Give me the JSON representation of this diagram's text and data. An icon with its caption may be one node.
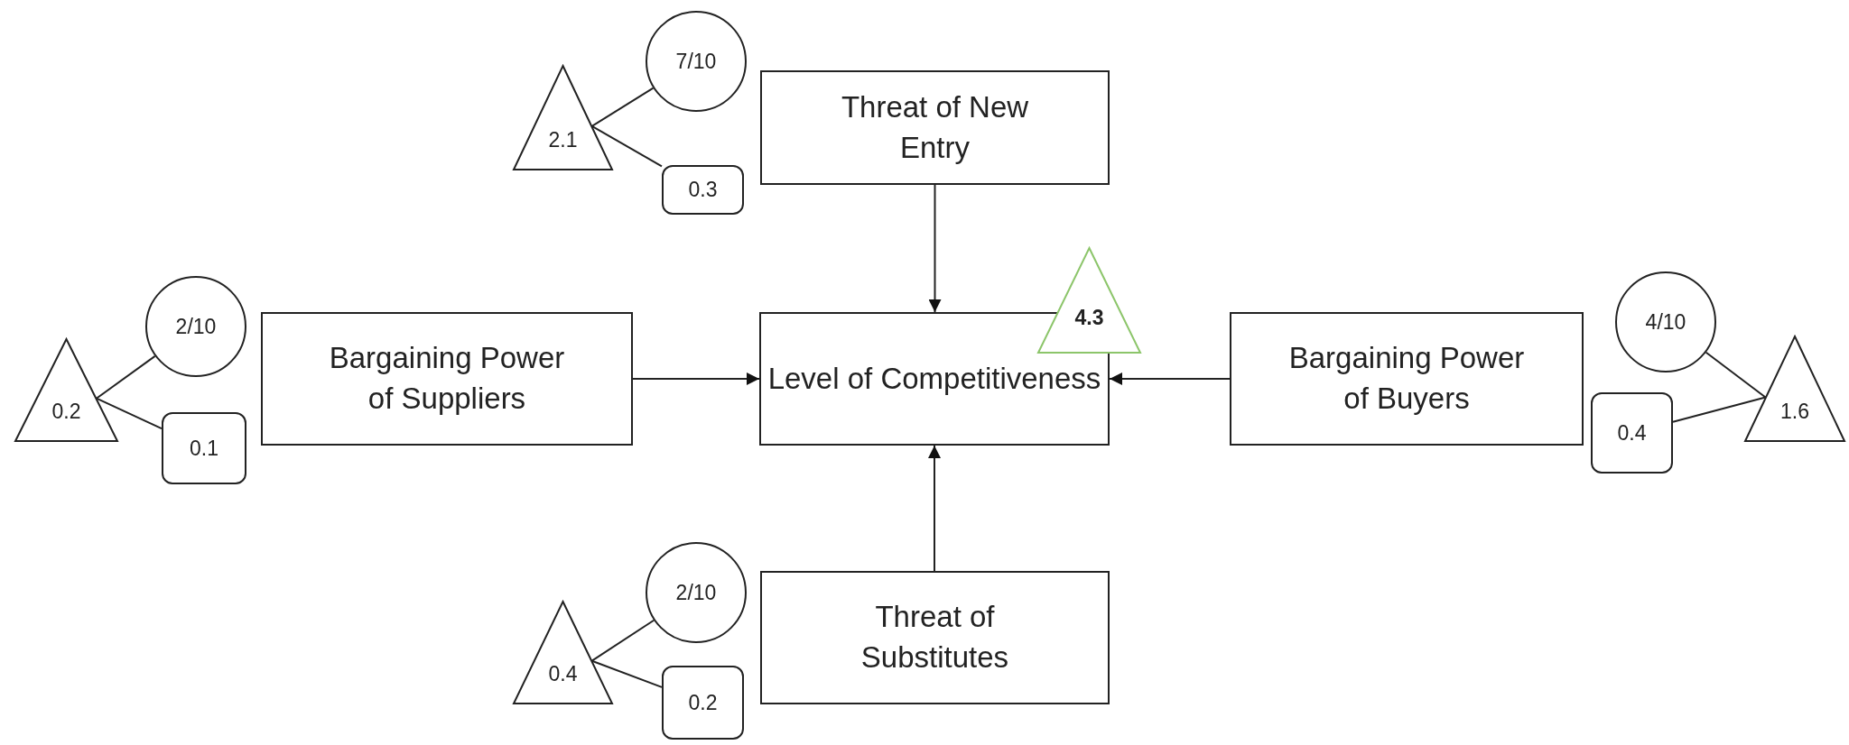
{
  "diagram": {
    "nodes": [
      {
        "text": [
          "7/10"
        ]
      },
      {
        "text": [
          "2.1"
        ]
      },
      {
        "text": [
          "0.3"
        ]
      },
      {
        "text": [
          "Threat of New Entry"
        ]
      },
      {
        "text": [
          "4.3"
        ]
      },
      {
        "text": [
          "2/10"
        ]
      },
      {
        "text": [
          "0.2"
        ]
      },
      {
        "text": [
          "0.1"
        ]
      },
      {
        "text": [
          "Bargaining Power of Suppliers"
        ]
      },
      {
        "text": [
          "Level of Competitiveness"
        ]
      },
      {
        "text": [
          "Bargaining Power of Buyers"
        ]
      },
      {
        "text": [
          "4/10"
        ]
      },
      {
        "text": [
          "0.4"
        ]
      },
      {
        "text": [
          "1.6"
        ]
      },
      {
        "text": [
          "2/10"
        ]
      },
      {
        "text": [
          "0.4"
        ]
      },
      {
        "text": [
          "0.2"
        ]
      },
      {
        "text": [
          "Threat of Substitutes"
        ]
      }
    ],
    "edges": [
      {
        "from": 1,
        "to": 0,
        "arrow": "none"
      },
      {
        "from": 1,
        "to": 2,
        "arrow": "none"
      },
      {
        "from": 6,
        "to": 5,
        "arrow": "none"
      },
      {
        "from": 6,
        "to": 7,
        "arrow": "none"
      },
      {
        "from": 13,
        "to": 11,
        "arrow": "none"
      },
      {
        "from": 13,
        "to": 12,
        "arrow": "none"
      },
      {
        "from": 15,
        "to": 14,
        "arrow": "none"
      },
      {
        "from": 15,
        "to": 16,
        "arrow": "none"
      },
      {
        "from": 3,
        "to": 9,
        "arrow": "to"
      },
      {
        "from": 8,
        "to": 9,
        "arrow": "to"
      },
      {
        "from": 10,
        "to": 9,
        "arrow": "to"
      },
      {
        "from": 17,
        "to": 9,
        "arrow": "to"
      }
    ]
  }
}
